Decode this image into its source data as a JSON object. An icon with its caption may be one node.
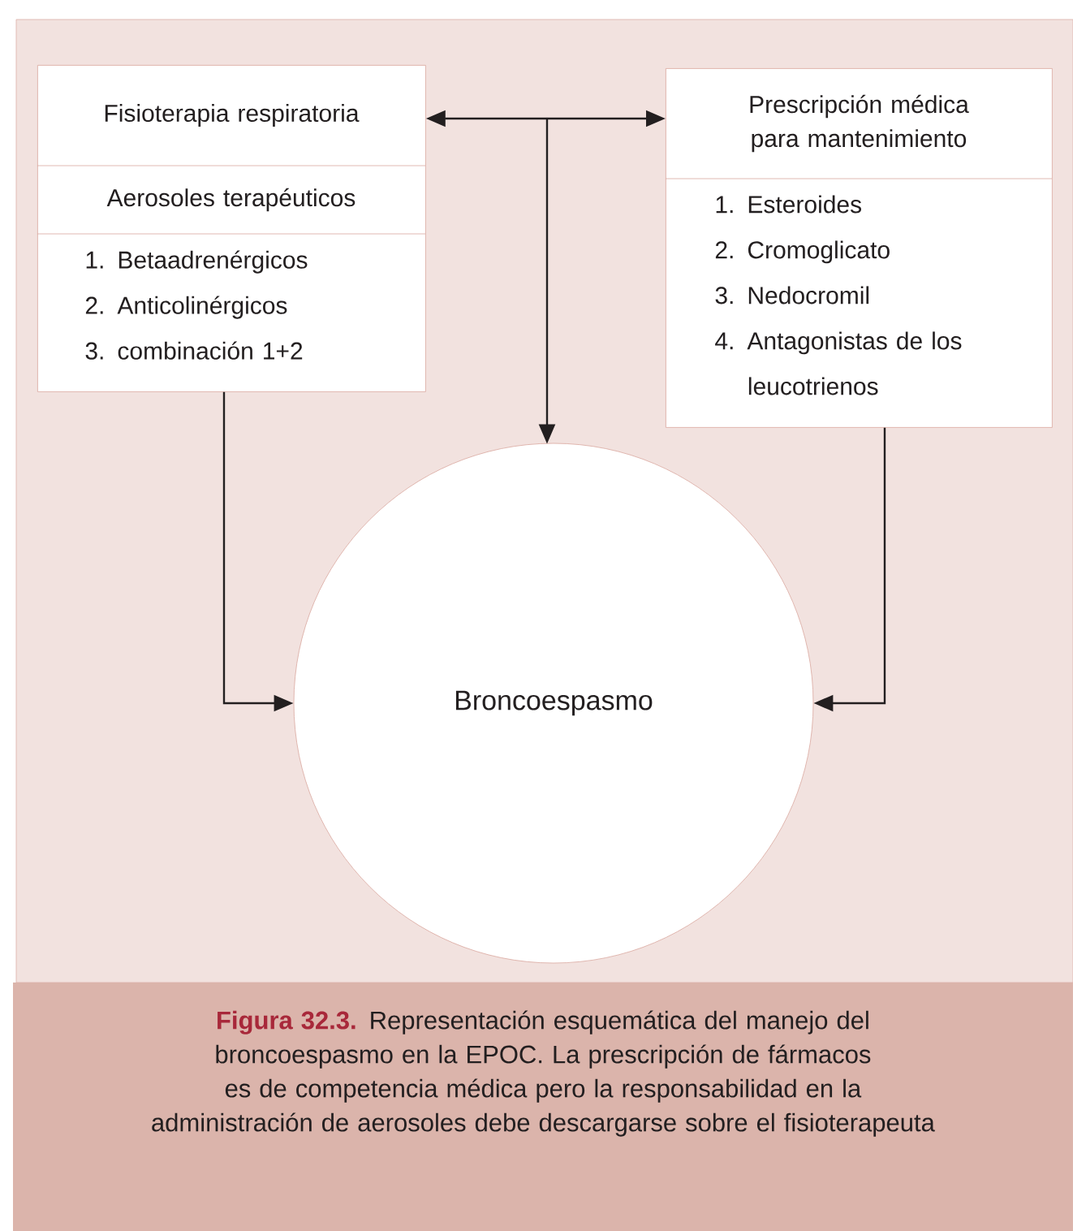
{
  "diagram": {
    "caption": "**Figura 32.3.** Representación esquemática del manejo del broncoespasmo en la EPOC. La prescripción de fármacos es de competencia médica pero la responsabilidad en la administración de aerosoles debe descargarse sobre el fisioterapeuta",
    "nodes": [
      {
        "text": [
          "Fisioterapia respiratoria",
          "Aerosoles terapéuticos",
          "1. Betaadrenérgicos",
          "2. Anticolinérgicos",
          "3. combinación 1+2"
        ]
      },
      {
        "text": [
          "Prescripción médica para mantenimiento",
          "1. Esteroides",
          "2. Cromoglicato",
          "3. Nedocromil",
          "4. Antagonistas de los leucotrienos"
        ]
      },
      {
        "text": [
          "Broncoespasmo"
        ]
      }
    ],
    "edges": [
      {
        "from": 0,
        "to": 1,
        "arrow": "both"
      },
      {
        "from": null,
        "to": 2,
        "arrow": "to"
      },
      {
        "from": 0,
        "to": 2,
        "arrow": "to"
      },
      {
        "from": 1,
        "to": 2,
        "arrow": "to"
      }
    ]
  }
}
